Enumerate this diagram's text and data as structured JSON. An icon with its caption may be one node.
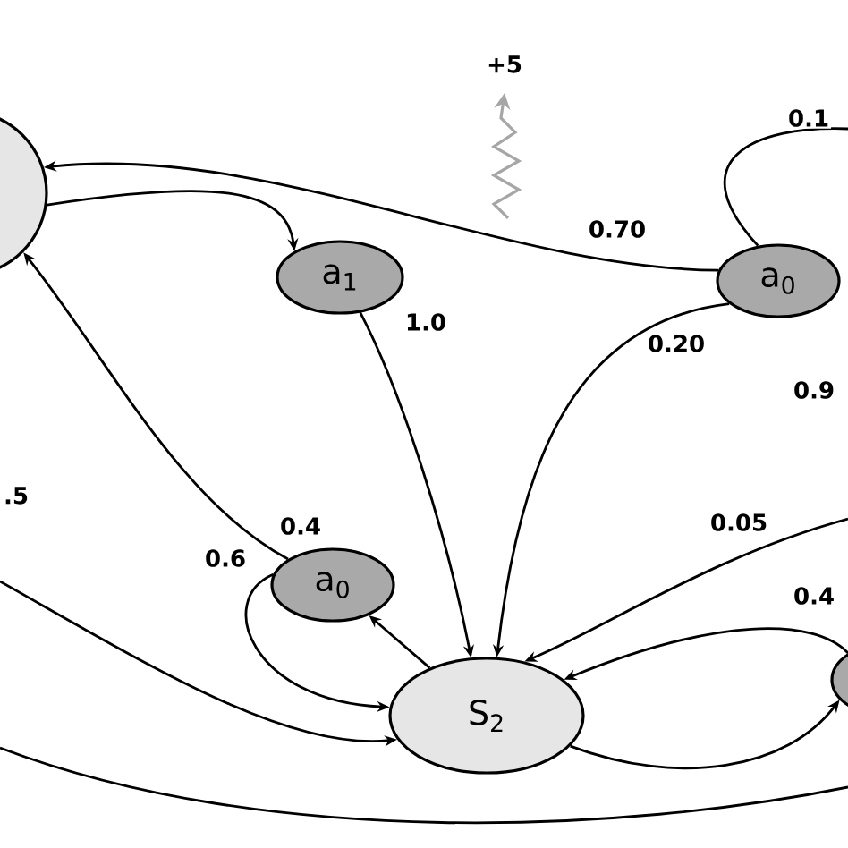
{
  "diagram": {
    "nodes": [
      {
        "text": [],
        "shape": "circle"
      },
      {
        "text": [
          "a$_{1}$"
        ]
      },
      {
        "text": [
          "a$_{0}$"
        ]
      },
      {
        "text": [
          "a$_{0}$"
        ]
      },
      {
        "text": [
          "S$_{2}$"
        ]
      },
      {
        "text": [],
        "shape": "circle"
      }
    ],
    "edges": [
      {
        "from": 2,
        "to": 0,
        "arrow": "to",
        "label": "0.70"
      },
      {
        "from": 0,
        "to": 1,
        "arrow": "to"
      },
      {
        "from": 1,
        "to": 4,
        "arrow": "to",
        "label": "1.0"
      },
      {
        "from": 2,
        "to": 4,
        "arrow": "to",
        "label": "0.20"
      },
      {
        "from": 2,
        "to": null,
        "arrow": "none",
        "label": "0.1"
      },
      {
        "from": 3,
        "to": 0,
        "arrow": "to",
        "label": "0.4"
      },
      {
        "from": 3,
        "to": 4,
        "arrow": "to",
        "label": "0.6"
      },
      {
        "from": 4,
        "to": 3,
        "arrow": "to"
      },
      {
        "from": null,
        "to": 4,
        "arrow": "to",
        "label": "0.05"
      },
      {
        "from": 5,
        "to": 4,
        "arrow": "to",
        "label": "0.4"
      },
      {
        "from": 4,
        "to": 5,
        "arrow": "to"
      },
      {
        "from": null,
        "to": 4,
        "arrow": "to",
        "label": ".5"
      }
    ],
    "labels": [
      "+5",
      "0.9"
    ]
  }
}
